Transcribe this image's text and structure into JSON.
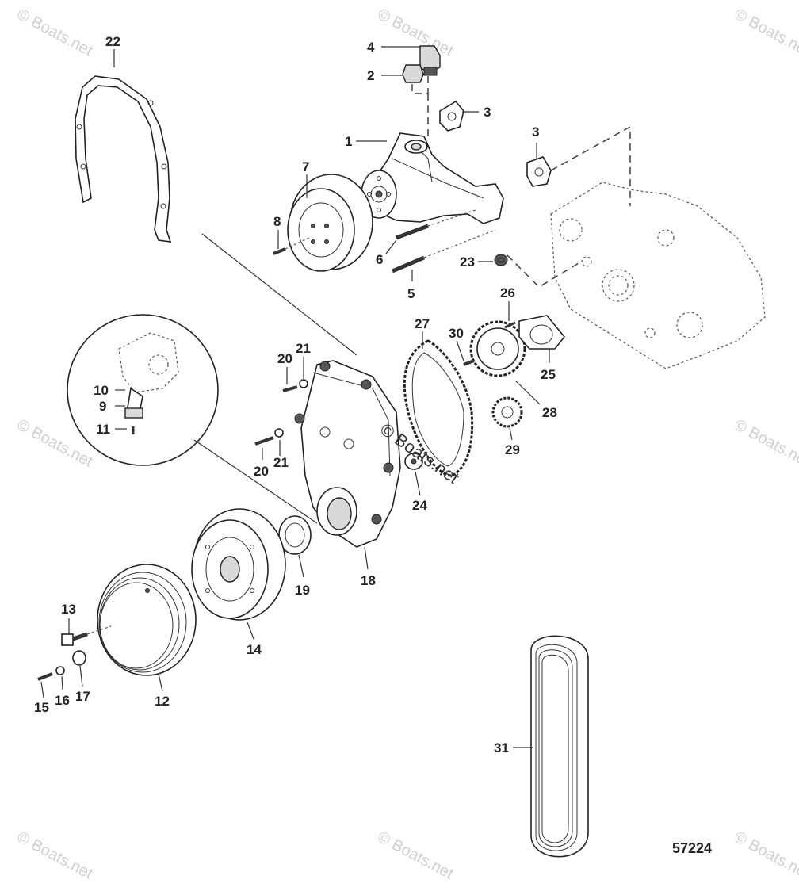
{
  "figure_number": "57224",
  "watermark": "© Boats.net",
  "callouts": {
    "c1": "1",
    "c2": "2",
    "c3a": "3",
    "c3b": "3",
    "c4": "4",
    "c5": "5",
    "c6": "6",
    "c7": "7",
    "c8": "8",
    "c9": "9",
    "c10": "10",
    "c11": "11",
    "c12": "12",
    "c13": "13",
    "c14": "14",
    "c15": "15",
    "c16": "16",
    "c17": "17",
    "c18": "18",
    "c19": "19",
    "c20a": "20",
    "c20b": "20",
    "c21a": "21",
    "c21b": "21",
    "c22": "22",
    "c23": "23",
    "c24": "24",
    "c25": "25",
    "c26": "26",
    "c27": "27",
    "c28": "28",
    "c29": "29",
    "c30": "30",
    "c31": "31"
  }
}
